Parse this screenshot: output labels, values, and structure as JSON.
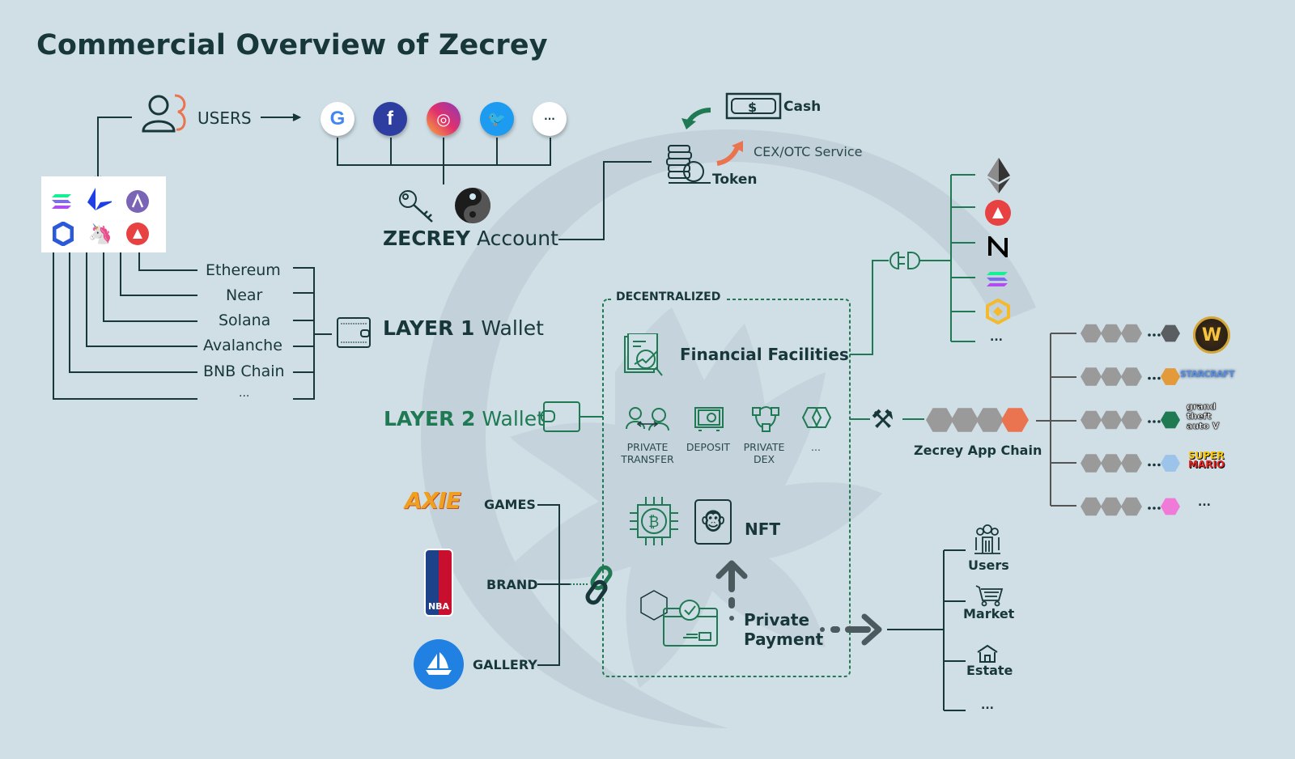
{
  "title": "Commercial Overview of Zecrey",
  "users": {
    "label": "USERS"
  },
  "social_logins": [
    {
      "name": "Google",
      "glyph": "G",
      "color": "#ffffff"
    },
    {
      "name": "Facebook",
      "glyph": "f",
      "color": "#2d3ea0"
    },
    {
      "name": "Instagram",
      "glyph": "◎",
      "color": "#e1306c"
    },
    {
      "name": "Twitter",
      "glyph": "🐦",
      "color": "#1d9bf0"
    },
    {
      "name": "More",
      "glyph": "···",
      "color": "#ffffff"
    }
  ],
  "account": {
    "brand": "ZECREY",
    "label": "Account"
  },
  "cash": {
    "label": "Cash",
    "glyph": "$"
  },
  "cex": {
    "label": "CEX/OTC Service"
  },
  "token": {
    "label": "Token"
  },
  "layer1": {
    "strong": "LAYER 1",
    "label": "Wallet",
    "chains": [
      "Ethereum",
      "Near",
      "Solana",
      "Avalanche",
      "BNB Chain",
      "..."
    ]
  },
  "layer2": {
    "strong": "LAYER 2",
    "label": "Wallet"
  },
  "decentralized": {
    "label": "DECENTRALIZED",
    "financial": "Financial Facilities",
    "services": [
      {
        "line1": "PRIVATE",
        "line2": "TRANSFER"
      },
      {
        "line1": "DEPOSIT",
        "line2": ""
      },
      {
        "line1": "PRIVATE",
        "line2": "DEX"
      },
      {
        "line1": "...",
        "line2": ""
      }
    ],
    "nft": "NFT",
    "payment_line1": "Private",
    "payment_line2": "Payment"
  },
  "partners": [
    {
      "label": "GAMES",
      "logo": "Axie Infinity"
    },
    {
      "label": "BRAND",
      "logo": "NBA"
    },
    {
      "label": "GALLERY",
      "logo": "OpenSea"
    }
  ],
  "bridged_chains": [
    "Ethereum",
    "Avalanche",
    "Near",
    "Solana",
    "BNB",
    "..."
  ],
  "app_chain": {
    "label": "Zecrey App Chain",
    "games": [
      {
        "name": "World of Warcraft",
        "block_color": "#5a5e60"
      },
      {
        "name": "StarCraft",
        "block_color": "#e39a3b"
      },
      {
        "name": "Grand Theft Auto V",
        "block_color": "#1f7a53"
      },
      {
        "name": "Super Mario",
        "block_color": "#9cc3ea"
      },
      {
        "name": "...",
        "block_color": "#f07ad8"
      }
    ],
    "head_block_color": "#ea7350"
  },
  "payment_targets": [
    "Users",
    "Market",
    "Estate",
    "..."
  ],
  "colors": {
    "dark": "#17373a",
    "green": "#1f7a53",
    "orange": "#ea7350",
    "bg": "#d0dfe6"
  }
}
